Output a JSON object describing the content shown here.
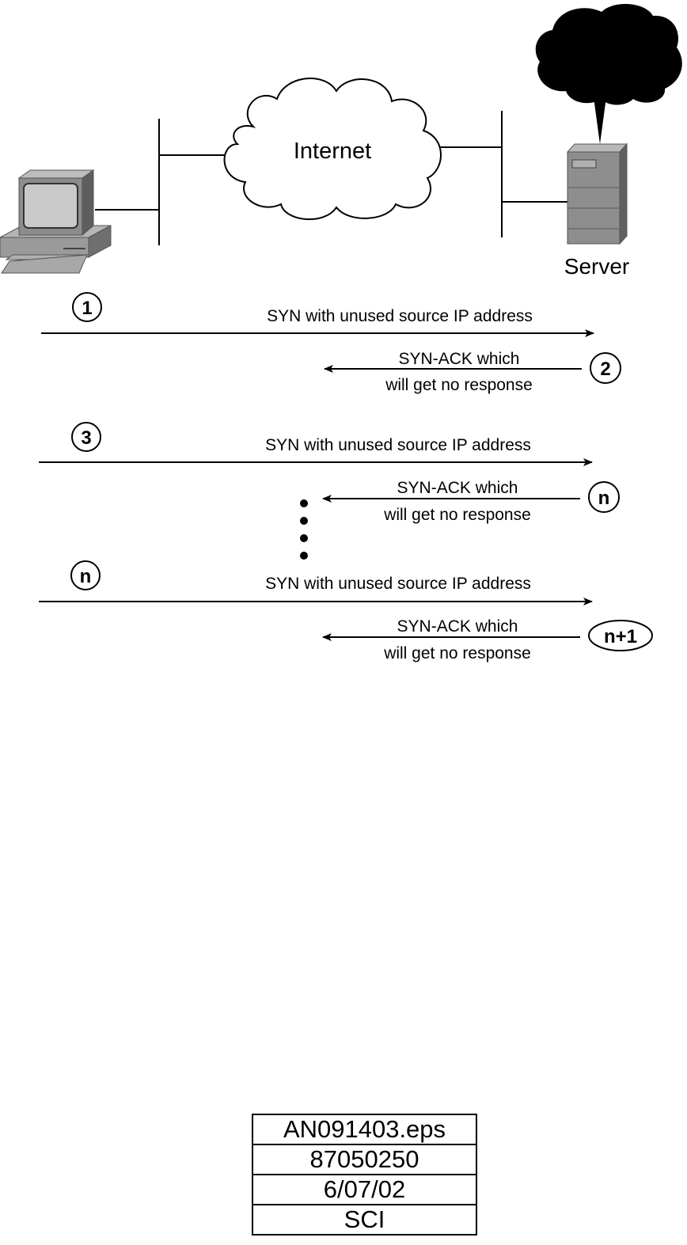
{
  "cloud_label": "Internet",
  "server_label": "Server",
  "exchanges": [
    {
      "step": "1",
      "syn_text": "SYN with unused source IP address"
    },
    {
      "step": "2",
      "ack_line1": "SYN-ACK which",
      "ack_line2": "will get no response"
    },
    {
      "step": "3",
      "syn_text": "SYN with unused source IP address"
    },
    {
      "step": "n",
      "ack_line1": "SYN-ACK which",
      "ack_line2": "will get no response"
    },
    {
      "step": "n",
      "syn_text": "SYN with unused source IP address"
    },
    {
      "step": "n+1",
      "ack_line1": "SYN-ACK which",
      "ack_line2": "will get no response"
    }
  ],
  "footer": {
    "filename": "AN091403.eps",
    "number": "87050250",
    "date": "6/07/02",
    "code": "SCI"
  }
}
